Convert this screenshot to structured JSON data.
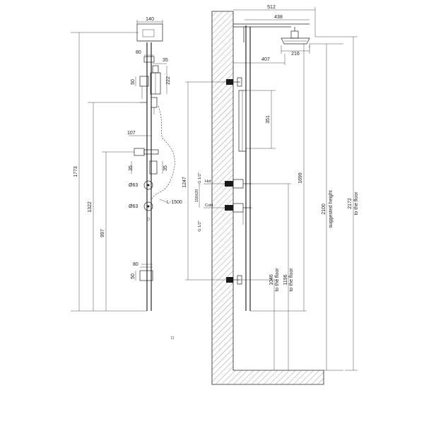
{
  "left_view": {
    "heights": {
      "h1773": "1773",
      "h1322": "1322",
      "h997": "997"
    },
    "top": {
      "w140": "140",
      "w80": "80",
      "w35": "35",
      "h222": "222",
      "d50a": "50"
    },
    "mid": {
      "w107": "107",
      "d35a": "35",
      "d35b": "35",
      "dia63a": "Ø63",
      "dia63b": "Ø63",
      "hose": "L-1500"
    },
    "bottom": {
      "w80": "80",
      "d50b": "50"
    }
  },
  "right_view": {
    "top": {
      "w512": "512",
      "w438": "438",
      "w407": "407",
      "w216": "216"
    },
    "side": {
      "h351": "351"
    },
    "valves": {
      "h1247": "1247",
      "thread_top": "G 1/2\"",
      "thread_bot": "G 1/2\"",
      "hot": "Hot",
      "cold": "Cold",
      "spacing": "150±20"
    },
    "heights": {
      "h1046": "1046",
      "h1046_note": "to the floor",
      "h1196": "1196",
      "h1196_note": "to the floor",
      "h1699": "1699",
      "h2100": "2100",
      "h2100_note": "suggested height",
      "h2172": "2172",
      "h2172_note": "to the floor"
    }
  },
  "icons": {
    "wall": "wall-hatch-icon",
    "head": "shower-head-icon",
    "handset": "hand-shower-icon",
    "valve": "mixer-valve-icon"
  }
}
